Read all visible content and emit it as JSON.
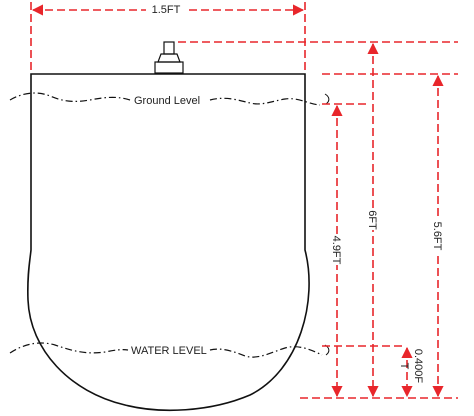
{
  "labels": {
    "width": "1.5FT",
    "ground_level": "Ground Level",
    "water_level": "WATER LEVEL",
    "dim_total": "6FT",
    "dim_to_top": "5.6FT",
    "dim_ground_to_bottom": "4.9FT",
    "dim_water_line1": "0.400F",
    "dim_water_line2": "T"
  },
  "colors": {
    "dimension": "#e8262b",
    "outline": "#111111",
    "level_line": "#111111"
  }
}
